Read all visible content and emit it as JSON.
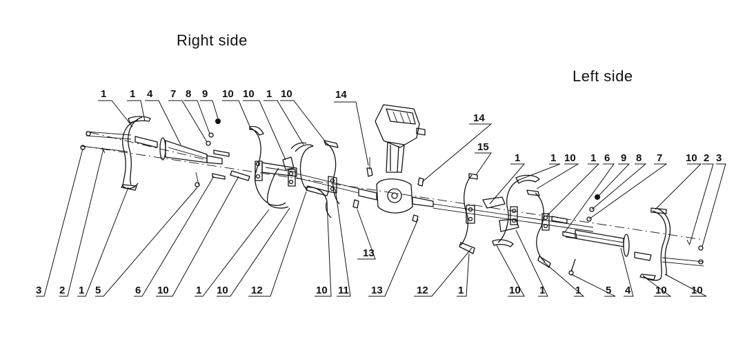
{
  "headings": {
    "right_side": "Right side",
    "left_side": "Left side"
  },
  "callouts": {
    "top_right_side": [
      "1",
      "1",
      "4",
      "7",
      "8",
      "9",
      "10",
      "10",
      "1",
      "10",
      "14"
    ],
    "bottom_right_side": [
      "3",
      "2",
      "1",
      "5",
      "6",
      "10",
      "1",
      "10",
      "12",
      "10",
      "11",
      "13"
    ],
    "gearbox": [
      "13"
    ],
    "top_left_side": [
      "14",
      "15",
      "1",
      "1",
      "10",
      "1",
      "6",
      "9",
      "8",
      "7",
      "10",
      "2",
      "3"
    ],
    "bottom_left_side": [
      "12",
      "1",
      "10",
      "1",
      "1",
      "5",
      "4",
      "10",
      "10"
    ]
  }
}
